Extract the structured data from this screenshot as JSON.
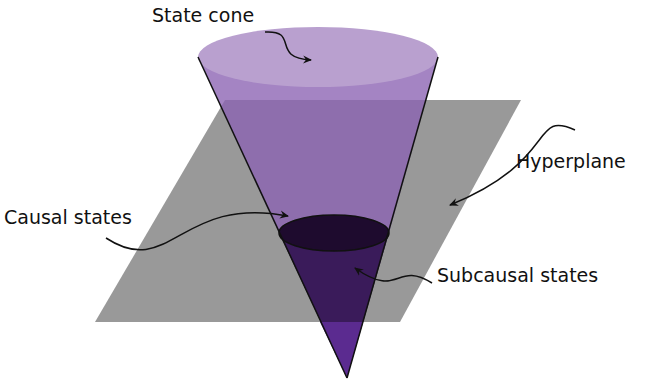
{
  "diagram": {
    "labels": [
      "State cone",
      "Hyperplane",
      "Causal states",
      "Subcausal states"
    ]
  }
}
